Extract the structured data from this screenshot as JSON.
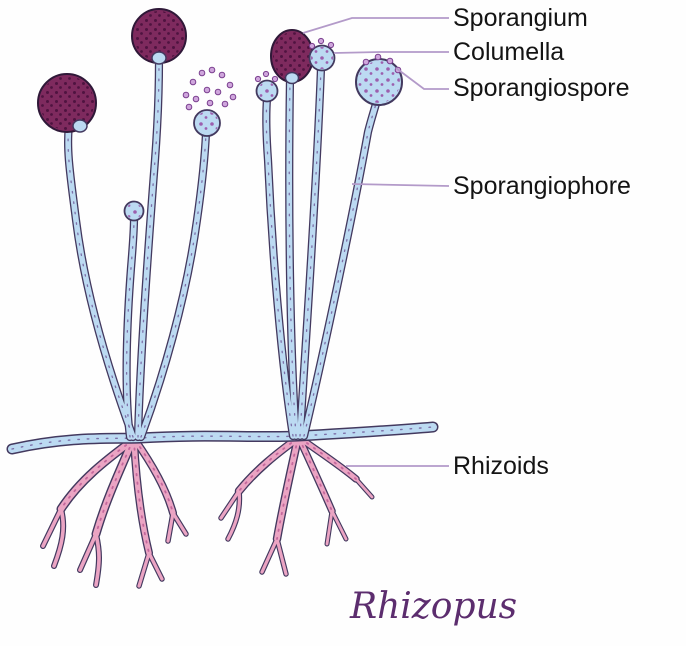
{
  "diagram": {
    "title": "Rhizopus",
    "labels": {
      "sporangium": "Sporangium",
      "columella": "Columella",
      "sporangiospore": "Sporangiospore",
      "sporangiophore": "Sporangiophore",
      "rhizoids": "Rhizoids"
    },
    "colors": {
      "stalk_fill": "#bcdaf2",
      "outline": "#43395f",
      "sporangium_fill": "#7e2a5e",
      "sporangium_dots": "#4f1340",
      "spore_fill": "#cfa6dc",
      "spore_stroke": "#7a3f8f",
      "rhizoid_fill": "#eba4c3",
      "rhizoid_speckle": "#c4679c",
      "leader_line": "#b39ac9",
      "label_text": "#141414",
      "title_color": "#5c2d6e",
      "background": "#fefefe"
    }
  }
}
